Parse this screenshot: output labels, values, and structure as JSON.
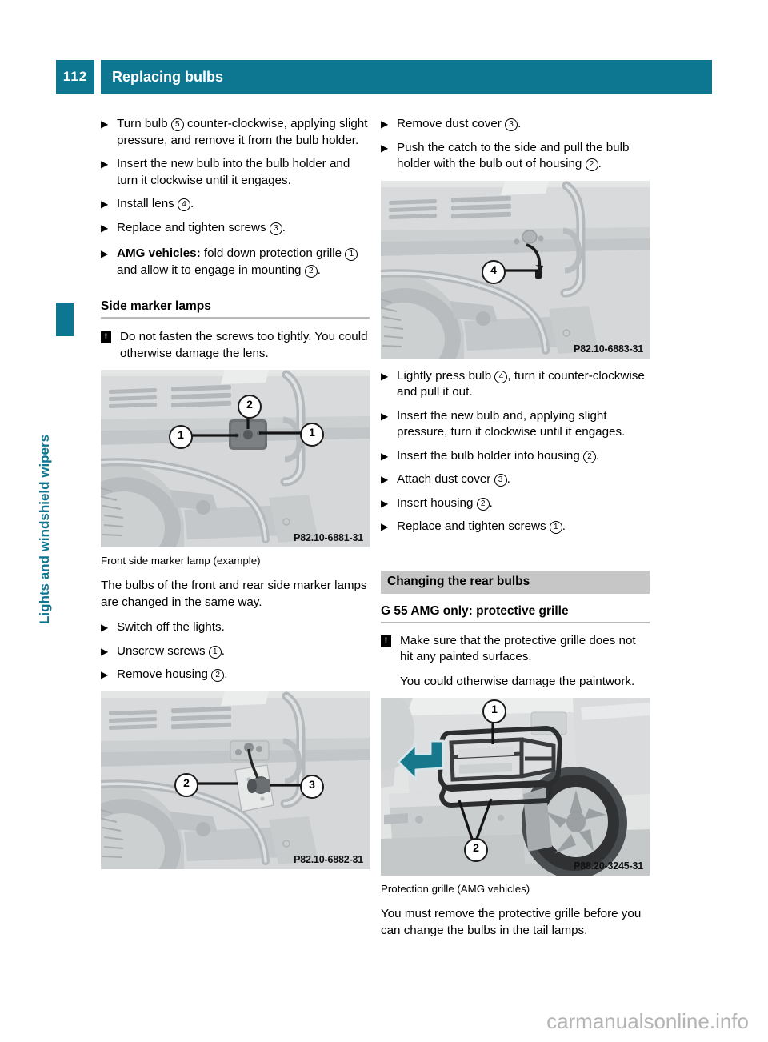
{
  "header": {
    "page_number": "112",
    "title": "Replacing bulbs",
    "accent_color": "#0d7690"
  },
  "sidebar": {
    "chapter_label": "Lights and windshield wipers",
    "tab_color": "#0d7690"
  },
  "left_column": {
    "steps_top": [
      {
        "prefix": "Turn bulb ",
        "ref": "5",
        "suffix": " counter-clockwise, applying slight pressure, and remove it from the bulb holder."
      },
      {
        "prefix": "Insert the new bulb into the bulb holder and turn it clockwise until it engages.",
        "ref": "",
        "suffix": ""
      },
      {
        "prefix": "Install lens ",
        "ref": "4",
        "suffix": "."
      },
      {
        "prefix": "Replace and tighten screws ",
        "ref": "3",
        "suffix": "."
      }
    ],
    "amg_step": {
      "bold_lead": "AMG vehicles:",
      "text_a": " fold down protection grille ",
      "ref_a": "1",
      "text_b": " and allow it to engage in mounting ",
      "ref_b": "2",
      "text_c": "."
    },
    "heading_side_marker": "Side marker lamps",
    "note": {
      "icon": "warning-exclamation-icon",
      "text": "Do not fasten the screws too tightly. You could otherwise damage the lens."
    },
    "figure_1": {
      "code": "P82.10-6881-31",
      "callouts": [
        "1",
        "2",
        "1"
      ],
      "caption": "Front side marker lamp (example)"
    },
    "paragraph": "The bulbs of the front and rear side marker lamps are changed in the same way.",
    "steps_bottom": [
      {
        "prefix": "Switch off the lights.",
        "ref": "",
        "suffix": ""
      },
      {
        "prefix": "Unscrew screws ",
        "ref": "1",
        "suffix": "."
      },
      {
        "prefix": "Remove housing ",
        "ref": "2",
        "suffix": "."
      }
    ],
    "figure_2": {
      "code": "P82.10-6882-31",
      "callouts": [
        "2",
        "3"
      ]
    }
  },
  "right_column": {
    "steps_top": [
      {
        "prefix": "Remove dust cover ",
        "ref": "3",
        "suffix": "."
      },
      {
        "prefix": "Push the catch to the side and pull the bulb holder with the bulb out of housing ",
        "ref": "2",
        "suffix": "."
      }
    ],
    "figure_3": {
      "code": "P82.10-6883-31",
      "callouts": [
        "4"
      ]
    },
    "steps_mid": [
      {
        "prefix": "Lightly press bulb ",
        "ref": "4",
        "suffix": ", turn it counter-clockwise and pull it out."
      },
      {
        "prefix": "Insert the new bulb and, applying slight pressure, turn it clockwise until it engages.",
        "ref": "",
        "suffix": ""
      },
      {
        "prefix": "Insert the bulb holder into housing ",
        "ref": "2",
        "suffix": "."
      },
      {
        "prefix": "Attach dust cover ",
        "ref": "3",
        "suffix": "."
      },
      {
        "prefix": "Insert housing ",
        "ref": "2",
        "suffix": "."
      },
      {
        "prefix": "Replace and tighten screws ",
        "ref": "1",
        "suffix": "."
      }
    ],
    "section_heading": "Changing the rear bulbs",
    "sub_heading": "G 55 AMG only: protective grille",
    "note": {
      "icon": "warning-exclamation-icon",
      "text": "Make sure that the protective grille does not hit any painted surfaces.",
      "continuation": "You could otherwise damage the paintwork."
    },
    "figure_4": {
      "code": "P88.20-3245-31",
      "callouts": [
        "1",
        "2"
      ],
      "arrow_color": "#17788c"
    },
    "figure_4_caption": "Protection grille (AMG vehicles)",
    "closing_paragraph": "You must remove the protective grille before you can change the bulbs in the tail lamps."
  },
  "watermark": "carmanualsonline.info"
}
